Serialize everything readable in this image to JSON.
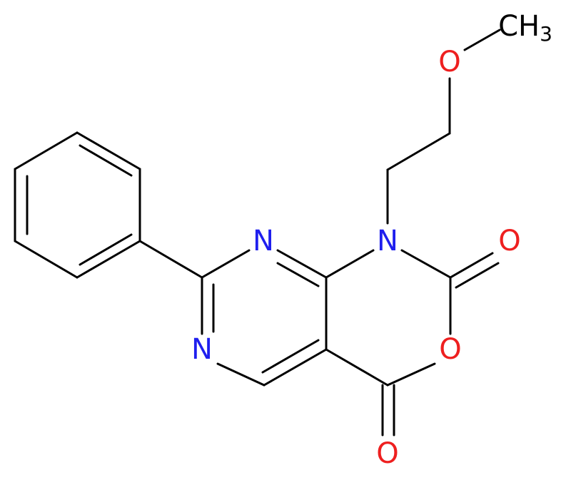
{
  "molecule": {
    "atoms": {
      "n1": {
        "symbol": "N",
        "color": "#1f1fee"
      },
      "n2": {
        "symbol": "N",
        "color": "#1f1fee"
      },
      "n3": {
        "symbol": "N",
        "color": "#1f1fee"
      },
      "o_ring": {
        "symbol": "O",
        "color": "#ee1f1f"
      },
      "o_carbonyl_right": {
        "symbol": "O",
        "color": "#ee1f1f"
      },
      "o_carbonyl_bottom": {
        "symbol": "O",
        "color": "#ee1f1f"
      },
      "o_ether": {
        "symbol": "O",
        "color": "#ee1f1f"
      },
      "methyl": {
        "symbol": "CH",
        "subscript": "3",
        "color": "#000000"
      }
    },
    "bond_color": "#000000"
  }
}
